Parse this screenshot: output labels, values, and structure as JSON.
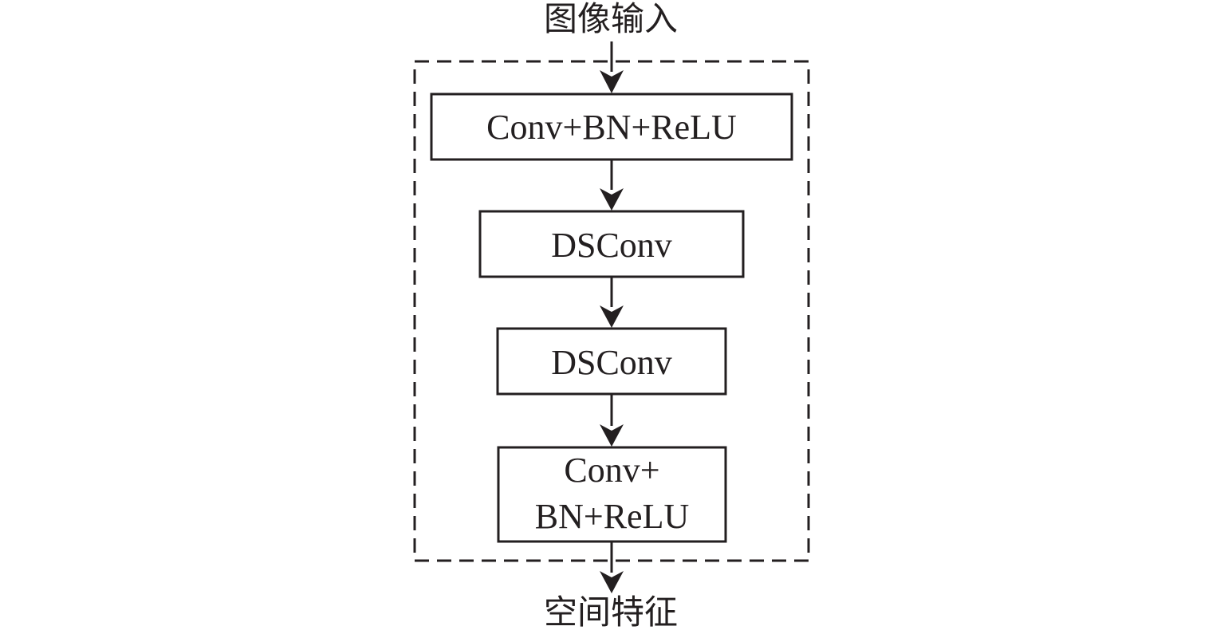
{
  "input_label": "图像输入",
  "output_label": "空间特征",
  "blocks": [
    {
      "label": "Conv+BN+ReLU"
    },
    {
      "label": "DSConv"
    },
    {
      "label": "DSConv"
    },
    {
      "label_lines": [
        "Conv+",
        "BN+ReLU"
      ]
    }
  ],
  "colors": {
    "stroke": "#231f20",
    "background": "#ffffff"
  }
}
